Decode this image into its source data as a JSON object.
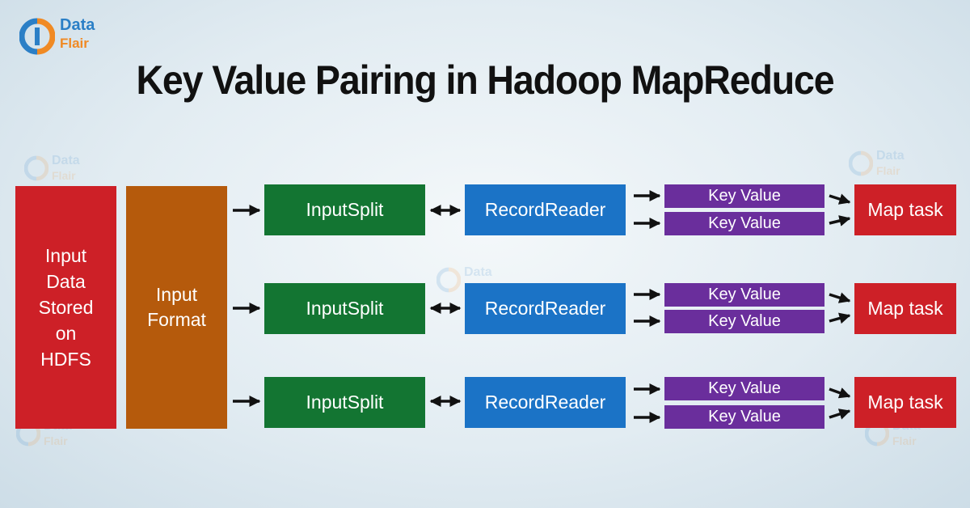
{
  "logo": {
    "line1": "Data",
    "line2": "Flair"
  },
  "title": "Key Value Pairing in Hadoop MapReduce",
  "watermark": {
    "line1": "Data",
    "line2": "Flair"
  },
  "nodes": {
    "hdfs": "Input\nData\nStored\non\nHDFS",
    "input_format": "Input\nFormat",
    "rows": [
      {
        "split": "InputSplit",
        "reader": "RecordReader",
        "kv1": "Key Value",
        "kv2": "Key Value",
        "map": "Map task"
      },
      {
        "split": "InputSplit",
        "reader": "RecordReader",
        "kv1": "Key Value",
        "kv2": "Key Value",
        "map": "Map task"
      },
      {
        "split": "InputSplit",
        "reader": "RecordReader",
        "kv1": "Key Value",
        "kv2": "Key Value",
        "map": "Map task"
      }
    ]
  },
  "colors": {
    "hdfs": "#cd2027",
    "input_format": "#b55a0c",
    "input_split": "#137532",
    "record_reader": "#1b73c6",
    "key_value": "#6a2e9c",
    "map_task": "#cd2027"
  }
}
